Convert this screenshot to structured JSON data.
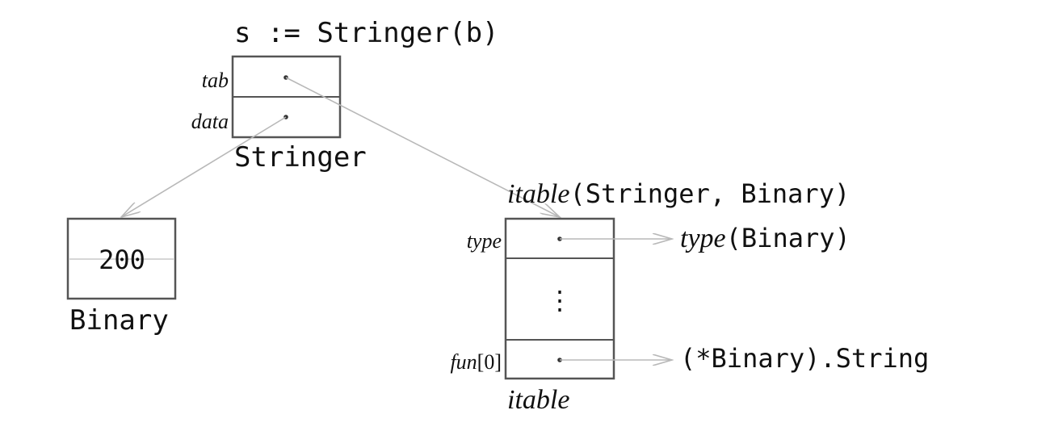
{
  "title": "s := Stringer(b)",
  "stringer": {
    "field_tab": "tab",
    "field_data": "data",
    "caption": "Stringer"
  },
  "binary": {
    "value": "200",
    "caption": "Binary"
  },
  "itable": {
    "heading_italic": "itable",
    "heading_args": "(Stringer, Binary)",
    "field_type": "type",
    "field_fun": "fun",
    "field_fun_index": "[0]",
    "ellipsis": "⋮",
    "caption": "itable"
  },
  "targets": {
    "type_italic": "type",
    "type_args": "(Binary)",
    "method": "(*Binary).String"
  },
  "colors": {
    "box_border": "#555555",
    "arrow": "#b8b8b8",
    "text": "#111111"
  }
}
